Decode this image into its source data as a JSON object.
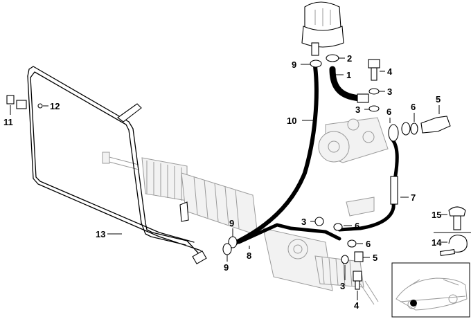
{
  "diagram": {
    "callouts": [
      {
        "id": "c1",
        "text": "1"
      },
      {
        "id": "c2",
        "text": "2"
      },
      {
        "id": "c3a",
        "text": "3"
      },
      {
        "id": "c3b",
        "text": "3"
      },
      {
        "id": "c3c",
        "text": "3"
      },
      {
        "id": "c3d",
        "text": "3"
      },
      {
        "id": "c4a",
        "text": "4"
      },
      {
        "id": "c4b",
        "text": "4"
      },
      {
        "id": "c5a",
        "text": "5"
      },
      {
        "id": "c5b",
        "text": "5"
      },
      {
        "id": "c6a",
        "text": "6"
      },
      {
        "id": "c6b",
        "text": "6"
      },
      {
        "id": "c6c",
        "text": "6"
      },
      {
        "id": "c6d",
        "text": "6"
      },
      {
        "id": "c7",
        "text": "7"
      },
      {
        "id": "c8",
        "text": "8"
      },
      {
        "id": "c9a",
        "text": "9"
      },
      {
        "id": "c9b",
        "text": "9"
      },
      {
        "id": "c9c",
        "text": "9"
      },
      {
        "id": "c10",
        "text": "10"
      },
      {
        "id": "c11",
        "text": "11"
      },
      {
        "id": "c12",
        "text": "12"
      },
      {
        "id": "c13",
        "text": "13"
      },
      {
        "id": "c14",
        "text": "14"
      },
      {
        "id": "c15",
        "text": "15"
      }
    ]
  }
}
